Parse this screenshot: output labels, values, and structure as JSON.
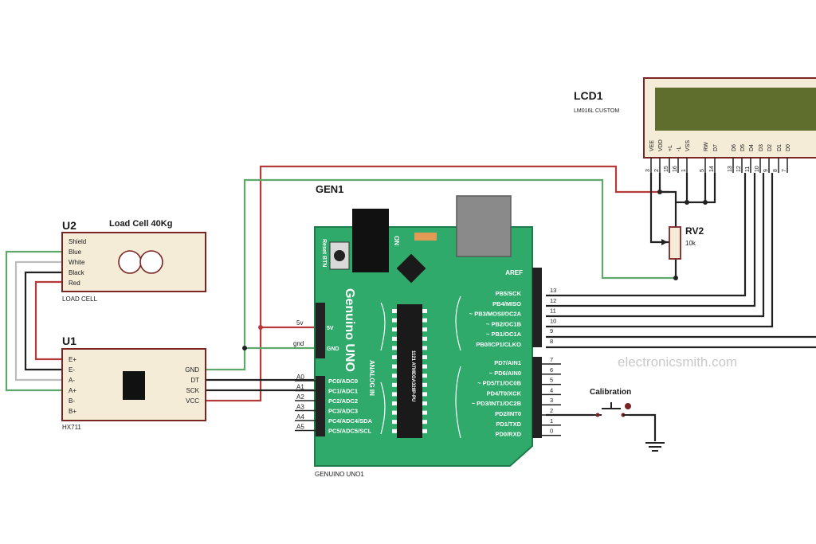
{
  "colors": {
    "board": "#2faa6b",
    "board_dark": "#1f7a4c",
    "module": "#f4ecd6",
    "wire_red": "#b73a3a",
    "wire_green": "#5fa86b",
    "wire_black": "#222222",
    "wire_white": "#bdbdbd",
    "lcd_screen": "#5f6e2c"
  },
  "load_cell": {
    "ref": "U2",
    "title": "Load Cell 40Kg",
    "caption": "LOAD CELL",
    "pins": [
      "Shield",
      "Blue",
      "White",
      "Black",
      "Red"
    ]
  },
  "hx711": {
    "ref": "U1",
    "caption": "HX711",
    "left_pins": [
      "E+",
      "E-",
      "A-",
      "A+",
      "B-",
      "B+"
    ],
    "right_pins": [
      "GND",
      "DT",
      "SCK",
      "VCC"
    ]
  },
  "arduino": {
    "ref": "GEN1",
    "caption": "GENUINO UNO1",
    "board_name": "Genuino UNO",
    "reset_label": "Reset BTN",
    "on_label": "ON",
    "analog_label": "ANALOG IN",
    "chip_label": "1121 ATMEGA328P-PU",
    "power_pins": [
      "5v",
      "gnd"
    ],
    "power_pin_inner": [
      "5V",
      "GND"
    ],
    "analog_pins": [
      "A0",
      "A1",
      "A2",
      "A3",
      "A4",
      "A5"
    ],
    "analog_pin_names": [
      "PC0/ADC0",
      "PC1/ADC1",
      "PC2/ADC2",
      "PC3/ADC3",
      "PC4/ADC4/SDA",
      "PC5/ADC5/SCL"
    ],
    "aref": "AREF",
    "digital_high": [
      {
        "name": "PB5/SCK",
        "num": "13"
      },
      {
        "name": "PB4/MISO",
        "num": "12"
      },
      {
        "name": "~ PB3/MOSI/OC2A",
        "num": "11"
      },
      {
        "name": "~ PB2/OC1B",
        "num": "10"
      },
      {
        "name": "~ PB1/OC1A",
        "num": "9"
      },
      {
        "name": "PB0/ICP1/CLKO",
        "num": "8"
      }
    ],
    "digital_low": [
      {
        "name": "PD7/AIN1",
        "num": "7"
      },
      {
        "name": "~ PD6/AIN0",
        "num": "6"
      },
      {
        "name": "~ PD5/T1/OC0B",
        "num": "5"
      },
      {
        "name": "PD4/T0/XCK",
        "num": "4"
      },
      {
        "name": "~ PD3/INT1/OC2B",
        "num": "3"
      },
      {
        "name": "PD2/INT0",
        "num": "2"
      },
      {
        "name": "PD1/TXD",
        "num": "1"
      },
      {
        "name": "PD0/RXD",
        "num": "0"
      }
    ]
  },
  "lcd": {
    "ref": "LCD1",
    "model": "LM016L CUSTOM",
    "pins": [
      {
        "name": "VEE",
        "num": "3"
      },
      {
        "name": "VDD",
        "num": "2"
      },
      {
        "name": "+L",
        "num": "15"
      },
      {
        "name": "-L",
        "num": "16"
      },
      {
        "name": "VSS",
        "num": "1"
      },
      {
        "name": "RW",
        "num": "5"
      },
      {
        "name": "D7",
        "num": "14"
      },
      {
        "name": "D6",
        "num": "13"
      },
      {
        "name": "D5",
        "num": "12"
      },
      {
        "name": "D4",
        "num": "11"
      },
      {
        "name": "D3",
        "num": "10"
      },
      {
        "name": "D2",
        "num": "9"
      },
      {
        "name": "D1",
        "num": "8"
      },
      {
        "name": "D0",
        "num": "7"
      }
    ]
  },
  "pot": {
    "ref": "RV2",
    "value": "10k"
  },
  "button": {
    "label": "Calibration"
  },
  "watermark": "electronicsmith.com"
}
